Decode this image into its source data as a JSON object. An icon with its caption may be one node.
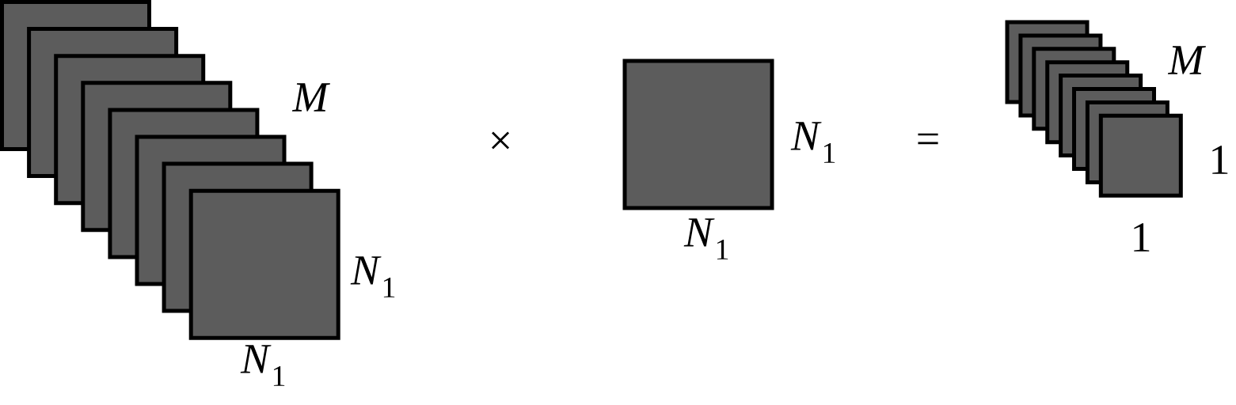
{
  "diagram": {
    "labels": [
      "M",
      "*N*$_{1}$",
      "*N*$_{1}$",
      "×",
      "*N*$_{1}$",
      "*N*$_{1}$",
      "=",
      "M",
      "1",
      "1"
    ]
  }
}
